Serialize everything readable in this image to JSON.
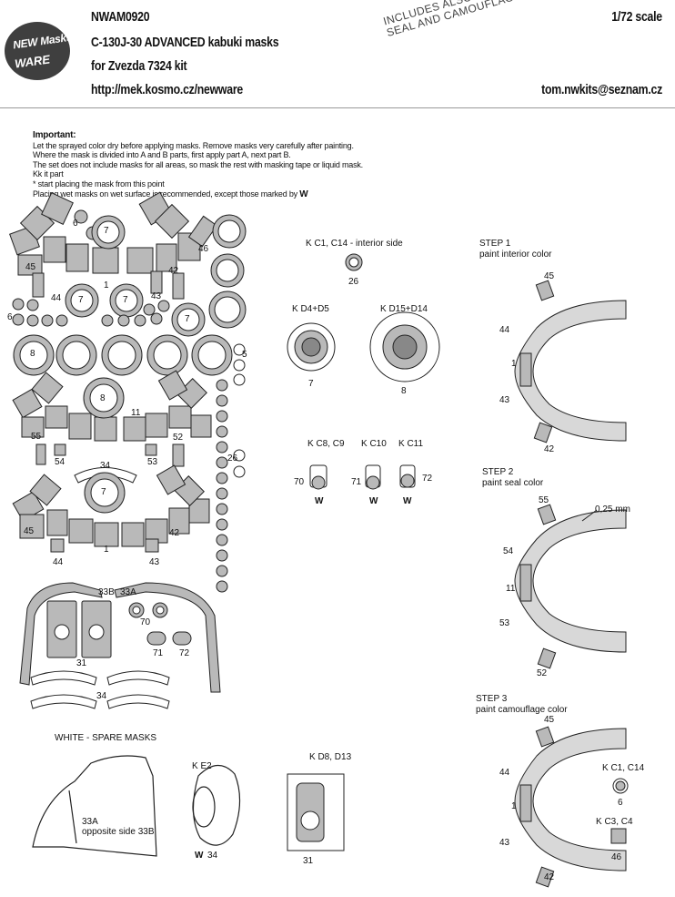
{
  "header": {
    "code": "NWAM0920",
    "title": "C-130J-30 ADVANCED kabuki masks",
    "subtitle": "for Zvezda 7324 kit",
    "url": "http://mek.kosmo.cz/newware",
    "scale": "1/72 scale",
    "email": "tom.nwkits@seznam.cz",
    "stamp_line1": "INCLUDES ALSO WINDOWS",
    "stamp_line2": "SEAL AND CAMOUFLAGE MASKS"
  },
  "logo": {
    "line1": "NEW Masks",
    "line2": "WARE"
  },
  "notes": {
    "heading": "Important:",
    "lines": [
      "Let the sprayed color dry before applying masks. Remove masks very carefully after painting.",
      "Where the mask is divided into A and B parts, first apply part A, next part B.",
      "The set does not include masks for all areas, so mask the rest with masking tape or liquid mask.",
      "Kk it part",
      "* start placing the mask from this point",
      "Placing wet masks on wet surface is recommended, except those marked by"
    ],
    "w_mark": "W"
  },
  "sheet_labels": {
    "n6a": "6",
    "n7a": "7",
    "n46": "46",
    "n45a": "45",
    "n42a": "42",
    "n44a": "44",
    "n1a": "1",
    "n7b": "7",
    "n7c": "7",
    "n43a": "43",
    "n7d": "7",
    "n6b": "6",
    "n8a": "8",
    "n5": "5",
    "n8b": "8",
    "n11a": "11",
    "n55a": "55",
    "n52a": "52",
    "n54a": "54",
    "n34a": "34",
    "n53a": "53",
    "n26a": "26",
    "n7e": "7",
    "n45b": "45",
    "n42b": "42",
    "n44b": "44",
    "n1b": "1",
    "n43b": "43",
    "n33b": "33B",
    "n33a": "33A",
    "n70a": "70",
    "n31a": "31",
    "n71a": "71",
    "n72a": "72",
    "n34b": "34"
  },
  "spare": {
    "title": "WHITE - SPARE MASKS",
    "part_label1": "33A",
    "part_label2": "opposite side 33B"
  },
  "kc1": {
    "title": "K C1, C14 - interior side",
    "num": "26"
  },
  "kd4": {
    "title": "K D4+D5",
    "num": "7"
  },
  "kd15": {
    "title": "K D15+D14",
    "num": "8"
  },
  "kc8": {
    "title": "K C8, C9",
    "num": "70",
    "mark": "W"
  },
  "kc10": {
    "title": "K C10",
    "num": "71",
    "mark": "W"
  },
  "kc11": {
    "title": "K C11",
    "num": "72",
    "mark": "W"
  },
  "ke2": {
    "title": "K E2",
    "mark": "W",
    "num": "34"
  },
  "kd8": {
    "title": "K D8, D13",
    "num": "31"
  },
  "step1": {
    "title": "STEP 1",
    "desc": "paint interior color",
    "n45": "45",
    "n44": "44",
    "n1": "1",
    "n43": "43",
    "n42": "42"
  },
  "step2": {
    "title": "STEP 2",
    "desc": "paint seal color",
    "n55": "55",
    "n054": "0,25 mm",
    "n54": "54",
    "n11": "11",
    "n53": "53",
    "n52": "52"
  },
  "step3": {
    "title": "STEP 3",
    "desc": "paint camouflage color",
    "n45": "45",
    "n44": "44",
    "n1": "1",
    "n43": "43",
    "n42": "42"
  },
  "kc1b": {
    "title": "K C1, C14",
    "num": "6"
  },
  "kc3": {
    "title": "K C3, C4",
    "num": "46"
  },
  "colors": {
    "mask_fill": "#b9b9b9",
    "ink": "#111111",
    "logo_bg": "#3f3f3f"
  }
}
